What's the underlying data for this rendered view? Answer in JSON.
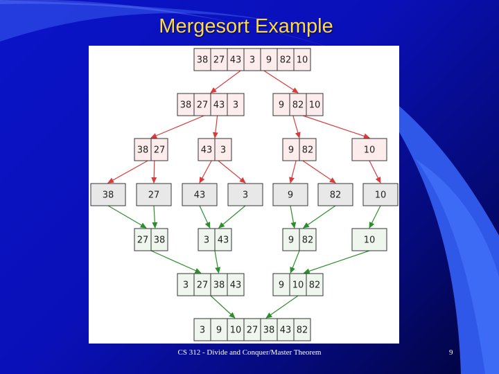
{
  "slide": {
    "title": "Mergesort Example",
    "footer": "CS 312 - Divide and Conquer/Master Theorem",
    "page_number": "9"
  },
  "colors": {
    "background": "#0a14c8",
    "title": "#ffd84a",
    "split_fill": "#fdecec",
    "split_arrow": "#d93a3a",
    "single_fill": "#e8e8e8",
    "merge_fill": "#eef6ee",
    "merge_arrow": "#2a8f2a"
  },
  "diagram": {
    "levels": [
      {
        "kind": "split",
        "arrays": [
          [
            "38",
            "27",
            "43",
            "3",
            "9",
            "82",
            "10"
          ]
        ]
      },
      {
        "kind": "split",
        "arrays": [
          [
            "38",
            "27",
            "43",
            "3"
          ],
          [
            "9",
            "82",
            "10"
          ]
        ]
      },
      {
        "kind": "split",
        "arrays": [
          [
            "38",
            "27"
          ],
          [
            "43",
            "3"
          ],
          [
            "9",
            "82"
          ],
          [
            "10"
          ]
        ]
      },
      {
        "kind": "single",
        "arrays": [
          [
            "38"
          ],
          [
            "27"
          ],
          [
            "43"
          ],
          [
            "3"
          ],
          [
            "9"
          ],
          [
            "82"
          ],
          [
            "10"
          ]
        ]
      },
      {
        "kind": "merge",
        "arrays": [
          [
            "27",
            "38"
          ],
          [
            "3",
            "43"
          ],
          [
            "9",
            "82"
          ],
          [
            "10"
          ]
        ]
      },
      {
        "kind": "merge",
        "arrays": [
          [
            "3",
            "27",
            "38",
            "43"
          ],
          [
            "9",
            "10",
            "82"
          ]
        ]
      },
      {
        "kind": "merge",
        "arrays": [
          [
            "3",
            "9",
            "10",
            "27",
            "38",
            "43",
            "82"
          ]
        ]
      }
    ]
  }
}
